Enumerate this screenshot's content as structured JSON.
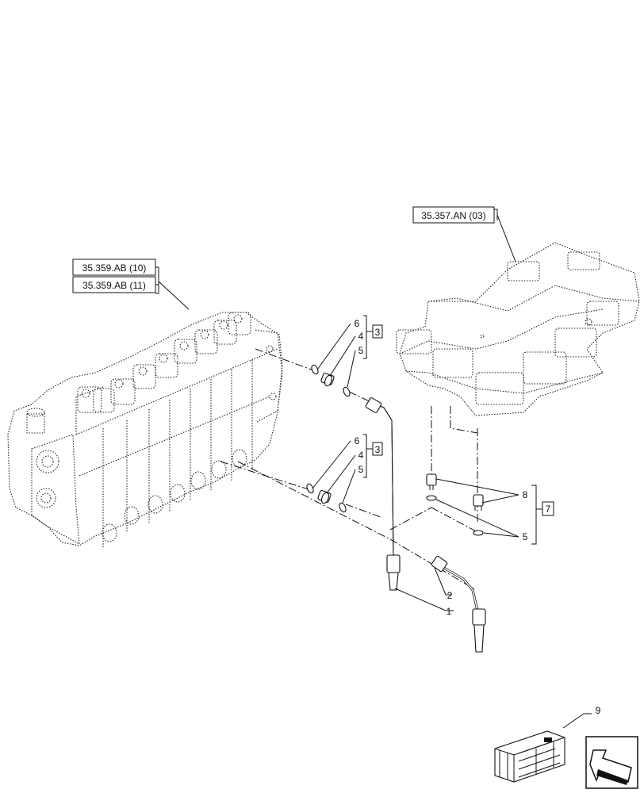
{
  "references": {
    "ref_valve_top": "35.359.AB (10)",
    "ref_valve_bottom": "35.359.AB (11)",
    "ref_block": "35.357.AN (03)"
  },
  "callouts": {
    "group_a": [
      "6",
      "4",
      "5"
    ],
    "group_a_kit": "3",
    "group_b": [
      "6",
      "4",
      "5"
    ],
    "group_b_kit": "3",
    "right_group": [
      "8",
      "5"
    ],
    "right_group_kit": "7",
    "pipe_1": "1",
    "pipe_2": "2",
    "crate": "9"
  },
  "icons": {
    "nav": "next-page-arrow-icon",
    "crate": "shipping-crate-icon"
  }
}
